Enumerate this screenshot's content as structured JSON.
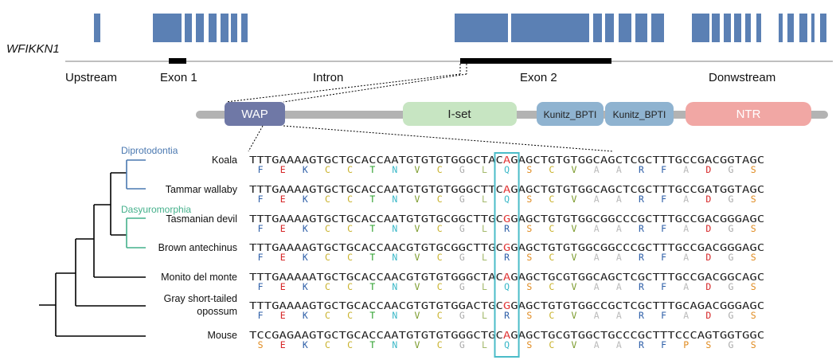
{
  "gene": {
    "name": "WFIKKN1",
    "regions": [
      "Upstream",
      "Exon 1",
      "Intron",
      "Exon 2",
      "Donwstream"
    ]
  },
  "domains": [
    "WAP",
    "I-set",
    "Kunitz_BPTI",
    "Kunitz_BPTI",
    "NTR"
  ],
  "clades": [
    "Diprotodontia",
    "Dasyuromorphia"
  ],
  "species": [
    {
      "name": "Koala",
      "dna": "TTTGAAAAGTGCTGCACCAATGTGTGTGGGCTACAGAGCTGTGTGGCAGCTCGCTTTGCCGACGGTAGC",
      "aa": [
        "F",
        "E",
        "K",
        "C",
        "C",
        "T",
        "N",
        "V",
        "C",
        "G",
        "L",
        "Q",
        "S",
        "C",
        "V",
        "A",
        "A",
        "R",
        "F",
        "A",
        "D",
        "G",
        "S"
      ]
    },
    {
      "name": "Tammar wallaby",
      "dna": "TTTGAAAAGTGCTGCACCAATGTGTGTGGGCTTCAGAGCTGTGTGGCAGCTCGCTTTGCCGATGGTAGC",
      "aa": [
        "F",
        "E",
        "K",
        "C",
        "C",
        "T",
        "N",
        "V",
        "C",
        "G",
        "L",
        "Q",
        "S",
        "C",
        "V",
        "A",
        "A",
        "R",
        "F",
        "A",
        "D",
        "G",
        "S"
      ]
    },
    {
      "name": "Tasmanian devil",
      "dna": "TTTGAAAAGTGCTGCACCAATGTGTGCGGCTTGCGGAGCTGTGTGGCGGCCCGCTTTGCCGACGGGAGC",
      "aa": [
        "F",
        "E",
        "K",
        "C",
        "C",
        "T",
        "N",
        "V",
        "C",
        "G",
        "L",
        "R",
        "S",
        "C",
        "V",
        "A",
        "A",
        "R",
        "F",
        "A",
        "D",
        "G",
        "S"
      ]
    },
    {
      "name": "Brown antechinus",
      "dna": "TTTGAAAAGTGCTGCACCAACGTGTGCGGCTTGCGGAGCTGTGTGGCGGCCCGCTTTGCCGACGGGAGC",
      "aa": [
        "F",
        "E",
        "K",
        "C",
        "C",
        "T",
        "N",
        "V",
        "C",
        "G",
        "L",
        "R",
        "S",
        "C",
        "V",
        "A",
        "A",
        "R",
        "F",
        "A",
        "D",
        "G",
        "S"
      ]
    },
    {
      "name": "Monito del monte",
      "dna": "TTTGAAAAATGCTGCACCAACGTGTGTGGGCTACAGAGCTGCGTGGCAGCTCGCTTTGCCGACGGCAGC",
      "aa": [
        "F",
        "E",
        "K",
        "C",
        "C",
        "T",
        "N",
        "V",
        "C",
        "G",
        "L",
        "Q",
        "S",
        "C",
        "V",
        "A",
        "A",
        "R",
        "F",
        "A",
        "D",
        "G",
        "S"
      ]
    },
    {
      "name": "Gray short-tailed",
      "name2": "opossum",
      "dna": "TTTGAAAAGTGCTGCACCAACGTGTGTGGACTGCGGAGCTGTGTGGCCGCTCGCTTTGCAGACGGGAGC",
      "aa": [
        "F",
        "E",
        "K",
        "C",
        "C",
        "T",
        "N",
        "V",
        "C",
        "G",
        "L",
        "R",
        "S",
        "C",
        "V",
        "A",
        "A",
        "R",
        "F",
        "A",
        "D",
        "G",
        "S"
      ]
    },
    {
      "name": "Mouse",
      "dna": "TCCGAGAAGTGCTGCACCAATGTGTGTGGGCTGCAGAGCTGCGTGGCTGCCCGCTTTCCCAGTGGTGGC",
      "aa": [
        "S",
        "E",
        "K",
        "C",
        "C",
        "T",
        "N",
        "V",
        "C",
        "G",
        "L",
        "Q",
        "S",
        "C",
        "V",
        "A",
        "A",
        "R",
        "F",
        "P",
        "S",
        "G",
        "S"
      ]
    }
  ],
  "highlight": {
    "codon_index": 11,
    "box_color": "#4bbcc8",
    "base_color": "#e23b3b"
  },
  "aa_colors": {
    "F": "#2e5fa8",
    "E": "#d62728",
    "K": "#2e5fa8",
    "C": "#c9b22c",
    "T": "#2ca02c",
    "N": "#3ab8c8",
    "V": "#7a9a2a",
    "G": "#aaaaaa",
    "L": "#a3b96a",
    "Q": "#3ab8c8",
    "R": "#2e5fa8",
    "S": "#e08a1e",
    "A": "#bbbbbb",
    "D": "#d62728",
    "P": "#e08a1e"
  },
  "colors": {
    "exon_bar": "#5b80b4",
    "wap": "#6f78a6",
    "iset": "#c7e5c2",
    "kunitz": "#8fb3d0",
    "ntr": "#f1a7a4",
    "backbone": "#b3b3b3",
    "clade1": "#4a78b0",
    "clade2": "#44b08b"
  }
}
